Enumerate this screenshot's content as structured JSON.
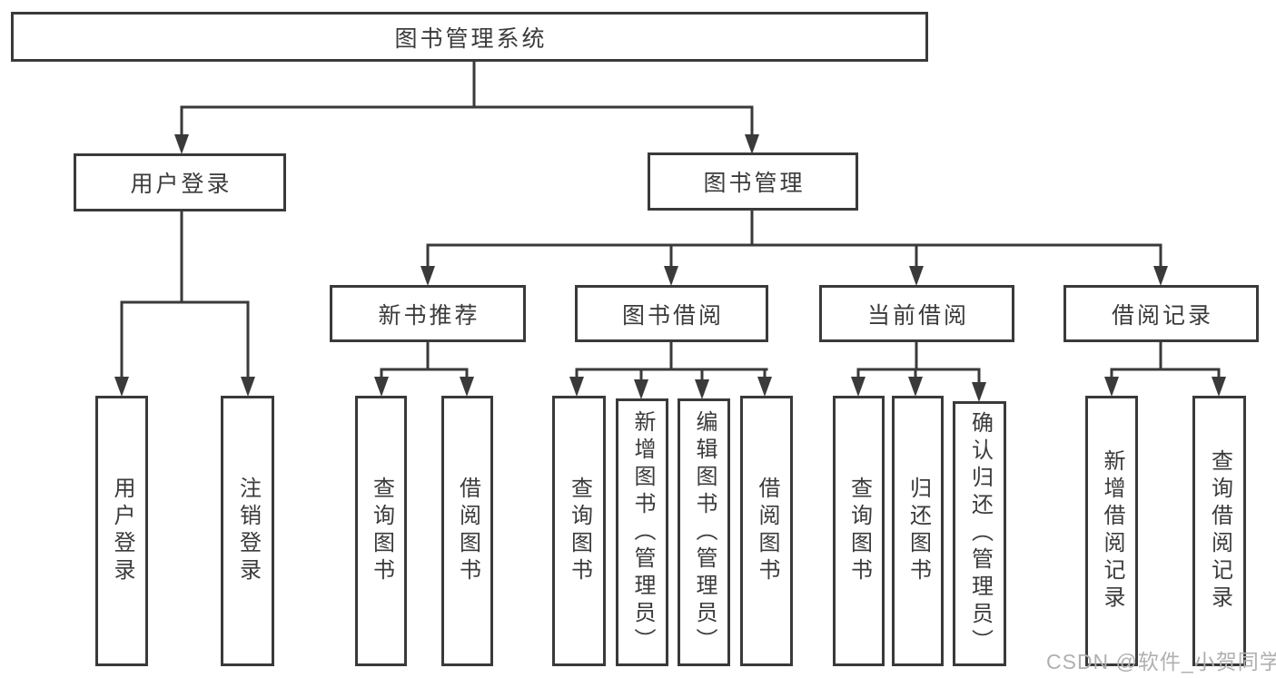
{
  "diagram": {
    "title": "图书管理系统",
    "watermark": "CSDN @软件_小贺同学",
    "colors": {
      "line": "#3a3a3a",
      "box_border": "#3a3a3a",
      "text": "#3b3b3b",
      "box_background": "#ffffff",
      "page_background": "#ffffff",
      "watermark": "#b0b0b0"
    },
    "nodes": {
      "root": {
        "label": "图书管理系统"
      },
      "user_login": {
        "label": "用户登录"
      },
      "book_mgmt": {
        "label": "图书管理"
      },
      "login": {
        "label": "用户登录"
      },
      "logout": {
        "label": "注销登录"
      },
      "new_rec": {
        "label": "新书推荐"
      },
      "book_borrow": {
        "label": "图书借阅"
      },
      "current_borrow": {
        "label": "当前借阅"
      },
      "borrow_records": {
        "label": "借阅记录"
      },
      "nr_query": {
        "label": "查询图书"
      },
      "nr_borrow": {
        "label": "借阅图书"
      },
      "bb_query": {
        "label": "查询图书"
      },
      "bb_add": {
        "label": "新增图书（管理员）"
      },
      "bb_edit": {
        "label": "编辑图书（管理员）"
      },
      "bb_borrow": {
        "label": "借阅图书"
      },
      "cb_query": {
        "label": "查询图书"
      },
      "cb_return": {
        "label": "归还图书"
      },
      "cb_confirm": {
        "label": "确认归还（管理员）"
      },
      "br_add": {
        "label": "新增借阅记录"
      },
      "br_query": {
        "label": "查询借阅记录"
      }
    },
    "hierarchy": [
      {
        "parent": "图书管理系统",
        "children": [
          "用户登录",
          "图书管理"
        ]
      },
      {
        "parent": "用户登录",
        "children": [
          "用户登录",
          "注销登录"
        ]
      },
      {
        "parent": "图书管理",
        "children": [
          "新书推荐",
          "图书借阅",
          "当前借阅",
          "借阅记录"
        ]
      },
      {
        "parent": "新书推荐",
        "children": [
          "查询图书",
          "借阅图书"
        ]
      },
      {
        "parent": "图书借阅",
        "children": [
          "查询图书",
          "新增图书（管理员）",
          "编辑图书（管理员）",
          "借阅图书"
        ]
      },
      {
        "parent": "当前借阅",
        "children": [
          "查询图书",
          "归还图书",
          "确认归还（管理员）"
        ]
      },
      {
        "parent": "借阅记录",
        "children": [
          "新增借阅记录",
          "查询借阅记录"
        ]
      }
    ]
  }
}
